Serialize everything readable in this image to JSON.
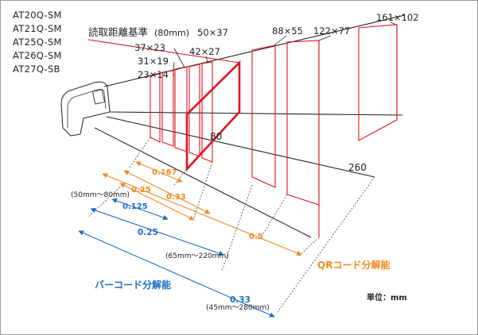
{
  "models": [
    "AT20Q-SM",
    "AT21Q-SM",
    "AT25Q-SM",
    "AT26Q-SM",
    "AT27Q-SB"
  ],
  "reference": {
    "label": "読取距離基準",
    "unit": "(80mm)",
    "size": "50×37"
  },
  "field_sizes": {
    "s1": "37×23",
    "s2": "31×19",
    "s3": "23×14",
    "s4": "42×27",
    "s5": "88×55",
    "s6": "122×77",
    "s7": "161×102"
  },
  "distances": {
    "d80": "80",
    "d260": "260"
  },
  "qr": {
    "title": "QRコード分解能",
    "r1": "0.167",
    "r2": "0.25",
    "r3": "0.33",
    "r4": "0.5"
  },
  "barcode": {
    "title": "バーコード分解能",
    "range1": "(50mm～80mm)",
    "r1": "0.125",
    "r2": "0.25",
    "range2": "(65mm～220mm)",
    "r3": "0.33",
    "range3": "(45mm～280mm)"
  },
  "unit_label": "単位：mm",
  "colors": {
    "frame": "#e0141e",
    "qr": "#f08a24",
    "barcode": "#1c6fbf"
  }
}
